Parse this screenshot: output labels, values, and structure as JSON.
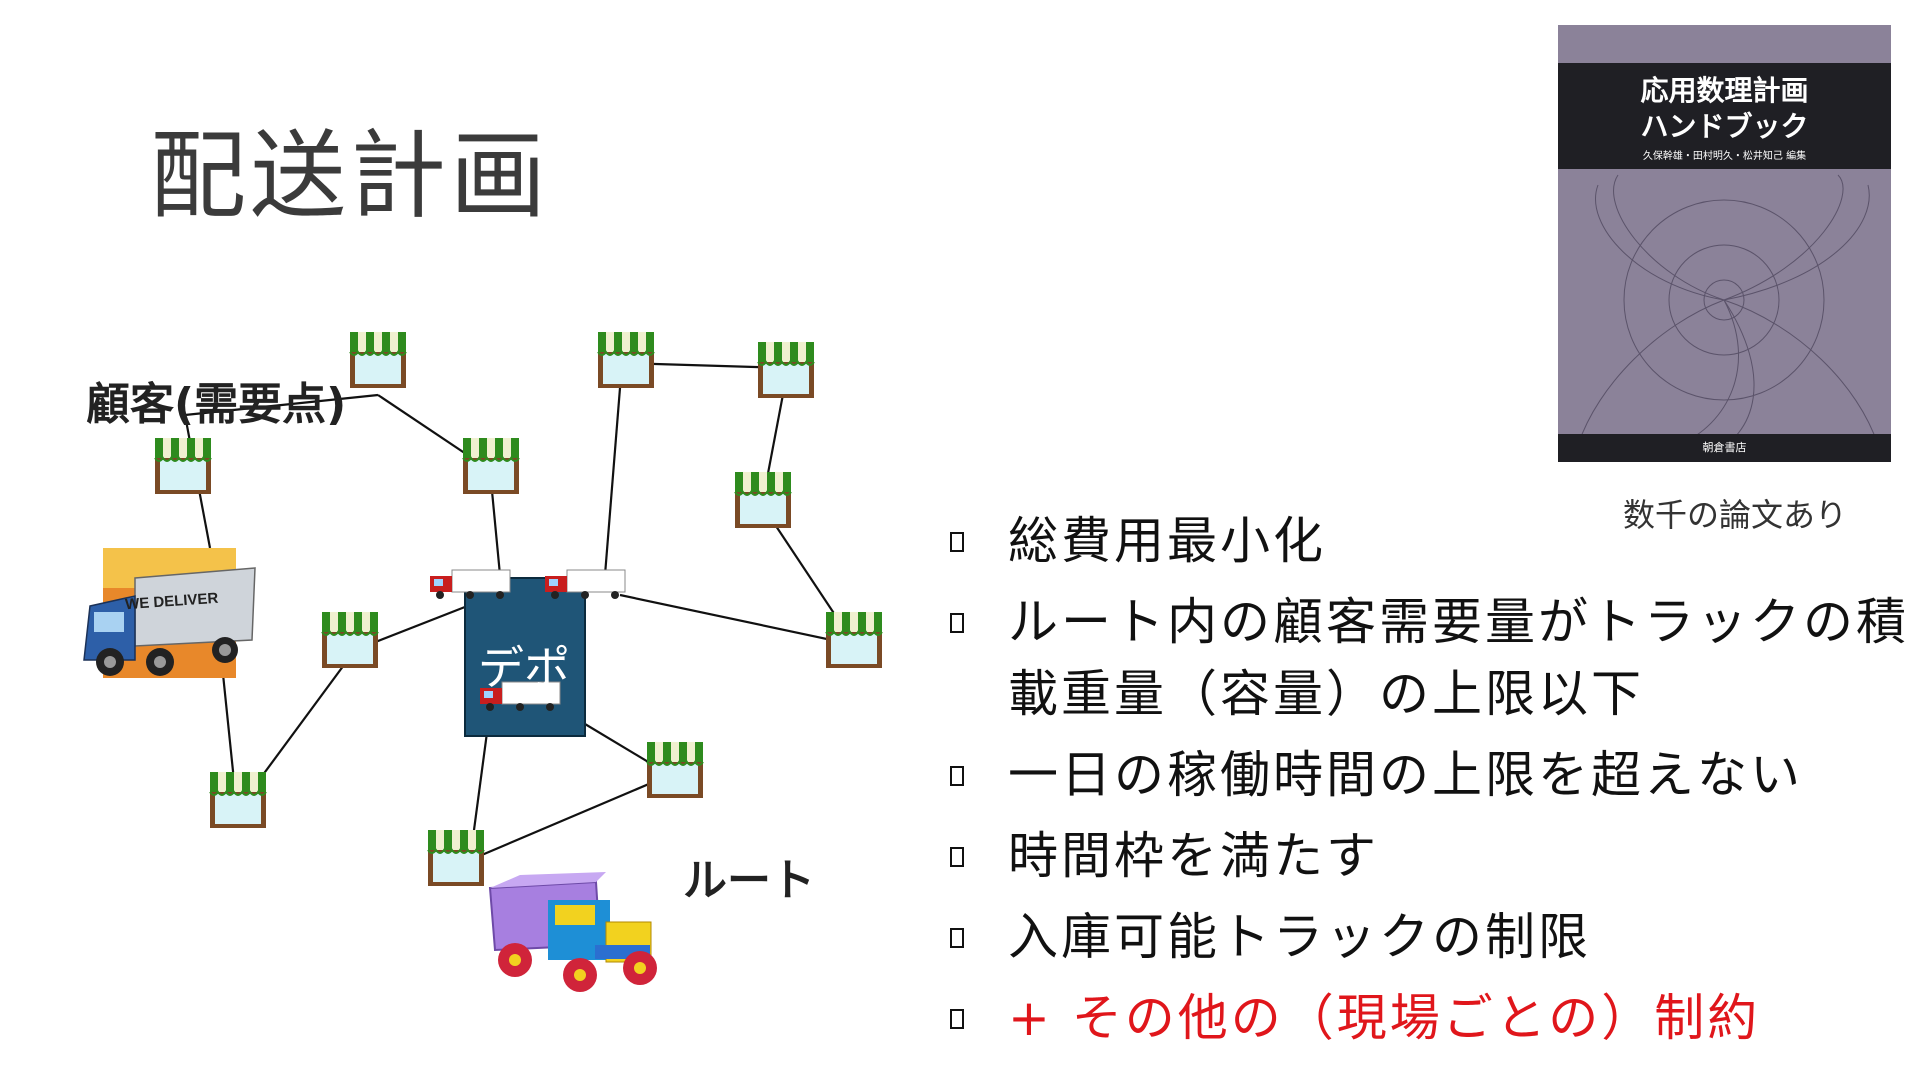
{
  "title": "配送計画",
  "diagram": {
    "customer_label": "顧客(需要点)",
    "route_label": "ルート",
    "depot_label": "デポ",
    "truck_sign": "WE DELIVER"
  },
  "book": {
    "title_line1": "応用数理計画",
    "title_line2": "ハンドブック",
    "authors": "久保幹雄・田村明久・松井知己 編集",
    "publisher": "朝倉書店"
  },
  "caption": "数千の論文あり",
  "bullets": [
    {
      "text": "総費用最小化",
      "color": "#111111"
    },
    {
      "text": "ルート内の顧客需要量がトラックの積載重量（容量）の上限以下",
      "color": "#111111"
    },
    {
      "text": "一日の稼働時間の上限を超えない",
      "color": "#111111"
    },
    {
      "text": "時間枠を満たす",
      "color": "#111111"
    },
    {
      "text": "入庫可能トラックの制限",
      "color": "#111111"
    },
    {
      "text": "+ その他の（現場ごとの）制約",
      "color": "#e0161b"
    }
  ]
}
